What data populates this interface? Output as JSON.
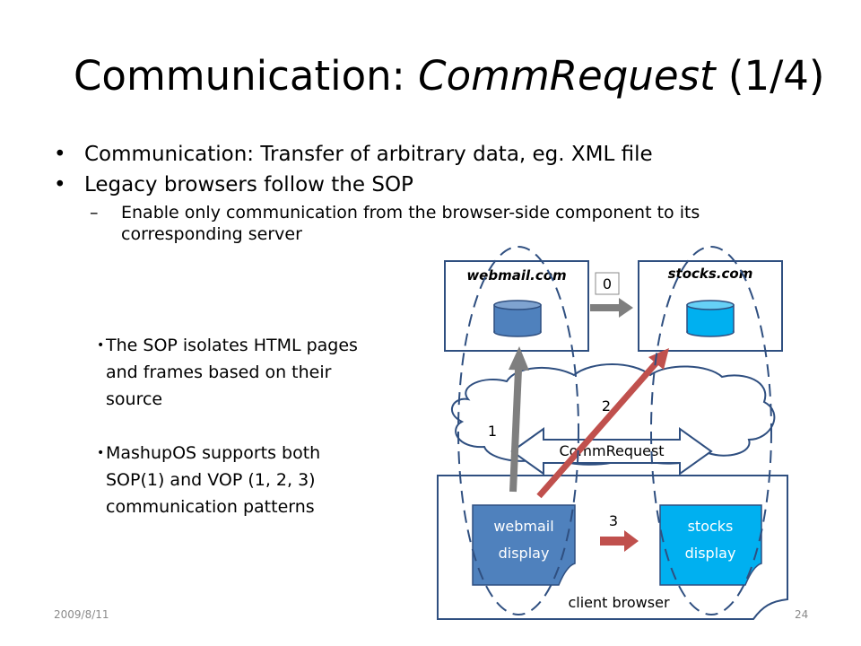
{
  "slide": {
    "title_plain": "Communication: ",
    "title_italic": "CommRequest",
    "title_suffix": " (1/4)"
  },
  "bullets": [
    "Communication: Transfer of arbitrary data, eg. XML file",
    "Legacy browsers follow the SOP"
  ],
  "sub_bullet": {
    "dash": "–",
    "text": "Enable only communication from the browser-side component to its corresponding server"
  },
  "side_notes": [
    "The SOP isolates HTML pages and frames based on their source",
    "MashupOS supports both SOP(1) and VOP (1, 2, 3) communication patterns"
  ],
  "diagram": {
    "server_left": "webmail.com",
    "server_right": "stocks.com",
    "label_0": "0",
    "label_1": "1",
    "label_2": "2",
    "label_3": "3",
    "commrequest": "CommRequest",
    "doc_left_line1": "webmail",
    "doc_left_line2": "display",
    "doc_right_line1": "stocks",
    "doc_right_line2": "display",
    "client_browser": "client browser",
    "colors": {
      "dark_blue": "#4f81bd",
      "light_blue": "#00b0f0",
      "outline": "#2f4f80",
      "gray_arrow": "#7f7f7f",
      "red_arrow": "#c0504d"
    }
  },
  "footer": {
    "date": "2009/8/11",
    "page": "24"
  }
}
